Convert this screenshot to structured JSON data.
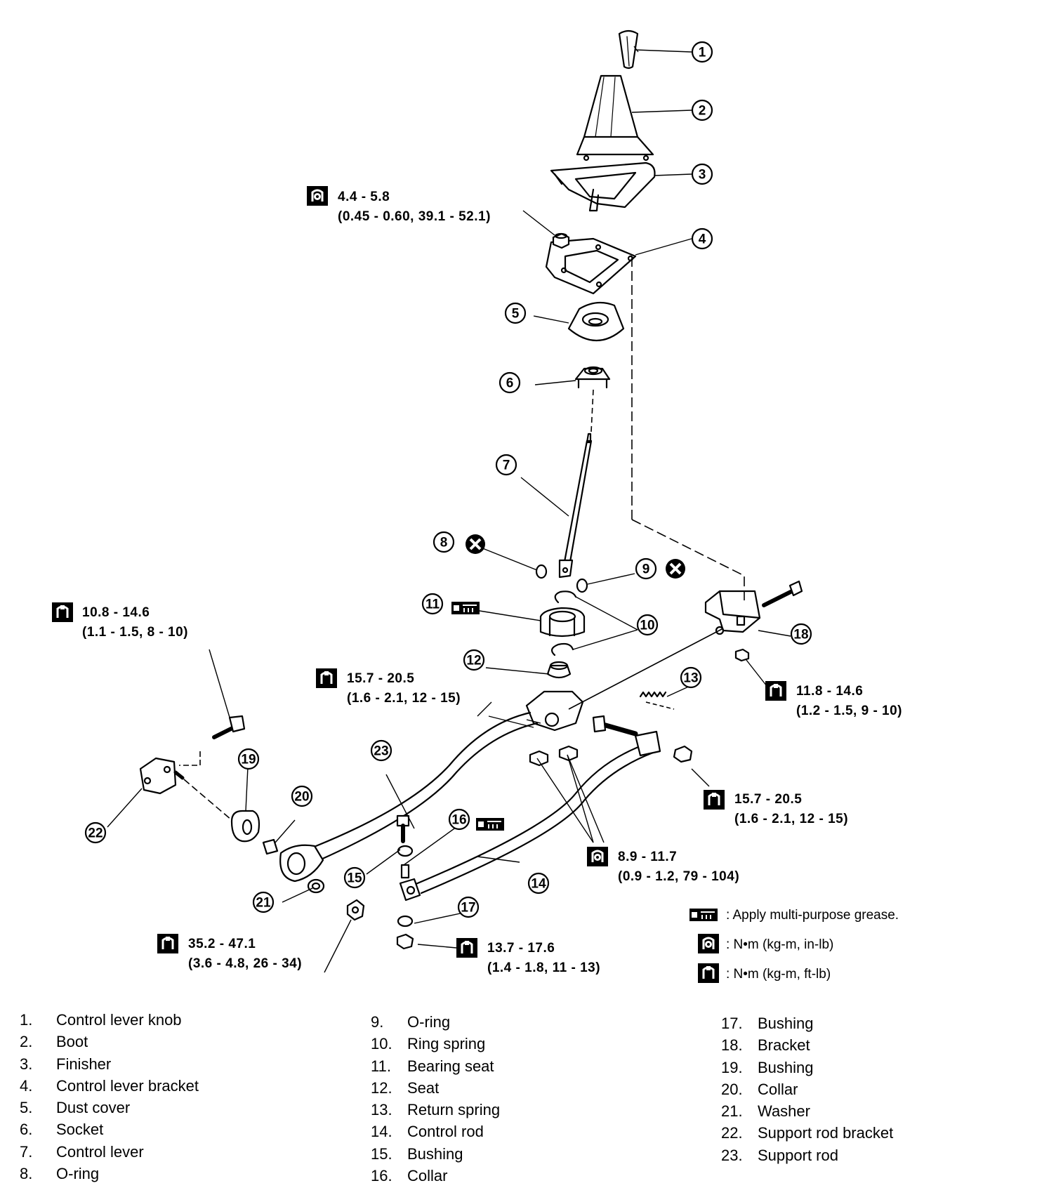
{
  "callouts": [
    "1",
    "2",
    "3",
    "4",
    "5",
    "6",
    "7",
    "8",
    "9",
    "10",
    "11",
    "12",
    "13",
    "14",
    "15",
    "16",
    "17",
    "18",
    "19",
    "20",
    "21",
    "22",
    "23"
  ],
  "torques": {
    "t1": {
      "main": "4.4 - 5.8",
      "sub": "(0.45 - 0.60, 39.1 - 52.1)"
    },
    "t2": {
      "main": "10.8 - 14.6",
      "sub": "(1.1 - 1.5, 8 - 10)"
    },
    "t3": {
      "main": "15.7 - 20.5",
      "sub": "(1.6 - 2.1, 12 - 15)"
    },
    "t4": {
      "main": "11.8 - 14.6",
      "sub": "(1.2 - 1.5, 9 - 10)"
    },
    "t5": {
      "main": "15.7 - 20.5",
      "sub": "(1.6 - 2.1, 12 - 15)"
    },
    "t6": {
      "main": "8.9 - 11.7",
      "sub": "(0.9 - 1.2, 79 - 104)"
    },
    "t7": {
      "main": "35.2 - 47.1",
      "sub": "(3.6 - 4.8, 26 - 34)"
    },
    "t8": {
      "main": "13.7 - 17.6",
      "sub": "(1.4 - 1.8, 11 - 13)"
    }
  },
  "legend": {
    "grease": ": Apply multi-purpose grease.",
    "inlb": ": N•m (kg-m, in-lb)",
    "ftlb": ": N•m (kg-m, ft-lb)"
  },
  "parts": {
    "col1": [
      {
        "num": "1.",
        "name": "Control lever knob"
      },
      {
        "num": "2.",
        "name": "Boot"
      },
      {
        "num": "3.",
        "name": "Finisher"
      },
      {
        "num": "4.",
        "name": "Control lever bracket"
      },
      {
        "num": "5.",
        "name": "Dust cover"
      },
      {
        "num": "6.",
        "name": "Socket"
      },
      {
        "num": "7.",
        "name": "Control lever"
      },
      {
        "num": "8.",
        "name": "O-ring"
      }
    ],
    "col2": [
      {
        "num": "9.",
        "name": "O-ring"
      },
      {
        "num": "10.",
        "name": "Ring spring"
      },
      {
        "num": "11.",
        "name": "Bearing seat"
      },
      {
        "num": "12.",
        "name": "Seat"
      },
      {
        "num": "13.",
        "name": "Return spring"
      },
      {
        "num": "14.",
        "name": "Control rod"
      },
      {
        "num": "15.",
        "name": "Bushing"
      },
      {
        "num": "16.",
        "name": "Collar"
      }
    ],
    "col3": [
      {
        "num": "17.",
        "name": "Bushing"
      },
      {
        "num": "18.",
        "name": "Bracket"
      },
      {
        "num": "19.",
        "name": "Bushing"
      },
      {
        "num": "20.",
        "name": "Collar"
      },
      {
        "num": "21.",
        "name": "Washer"
      },
      {
        "num": "22.",
        "name": "Support rod bracket"
      },
      {
        "num": "23.",
        "name": "Support rod"
      }
    ]
  }
}
